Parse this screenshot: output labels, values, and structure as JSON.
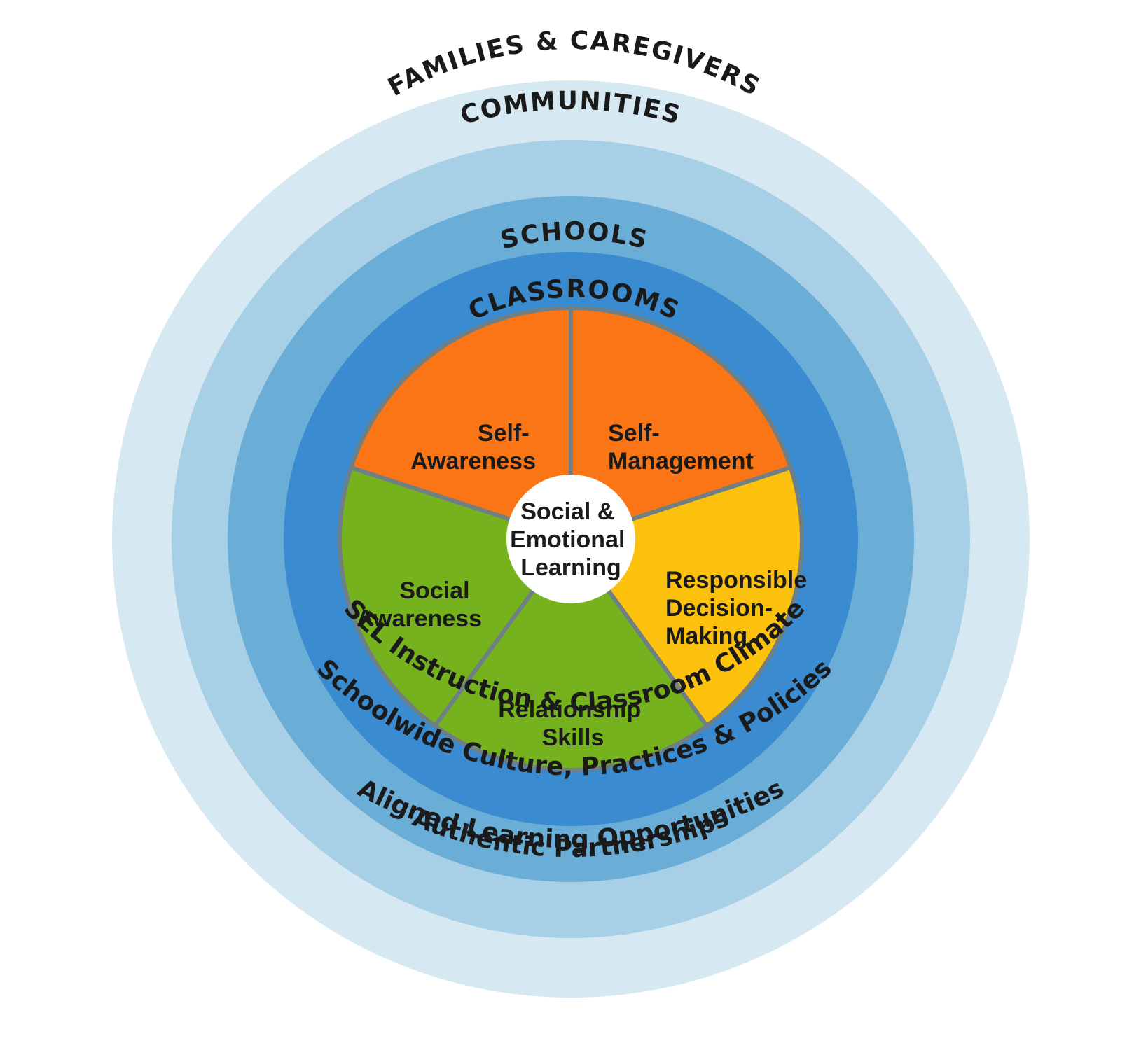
{
  "colors": {
    "communities": "#d6e9f3",
    "families": "#a7cfe6",
    "schools": "#6aaed8",
    "classrooms": "#3a8bcf",
    "self_awareness": "#f97516",
    "self_management": "#f97516",
    "responsible_decision": "#fcc10d",
    "relationship_skills": "#76b21e",
    "social_awareness": "#76b21e",
    "center": "#ffffff",
    "separator": "#6f7f86",
    "text": "#1a1a1a"
  },
  "rings": {
    "communities": {
      "title": "COMMUNITIES",
      "subtitle": "Aligned Learning Opportunities"
    },
    "families": {
      "title": "FAMILIES & CAREGIVERS",
      "subtitle": "Authentic Partnerships"
    },
    "schools": {
      "title": "SCHOOLS",
      "subtitle": "Schoolwide Culture, Practices & Policies"
    },
    "classrooms": {
      "title": "CLASSROOMS",
      "subtitle": "SEL Instruction & Classroom Climate"
    }
  },
  "competencies": {
    "self_awareness": {
      "line1": "Self-",
      "line2": "Awareness"
    },
    "self_management": {
      "line1": "Self-",
      "line2": "Management"
    },
    "responsible_decision": {
      "line1": "Responsible",
      "line2": "Decision-",
      "line3": "Making"
    },
    "relationship_skills": {
      "line1": "Relationship",
      "line2": "Skills"
    },
    "social_awareness": {
      "line1": "Social",
      "line2": "Awareness"
    }
  },
  "center": {
    "line1": "Social &",
    "line2": "Emotional",
    "line3": "Learning"
  }
}
